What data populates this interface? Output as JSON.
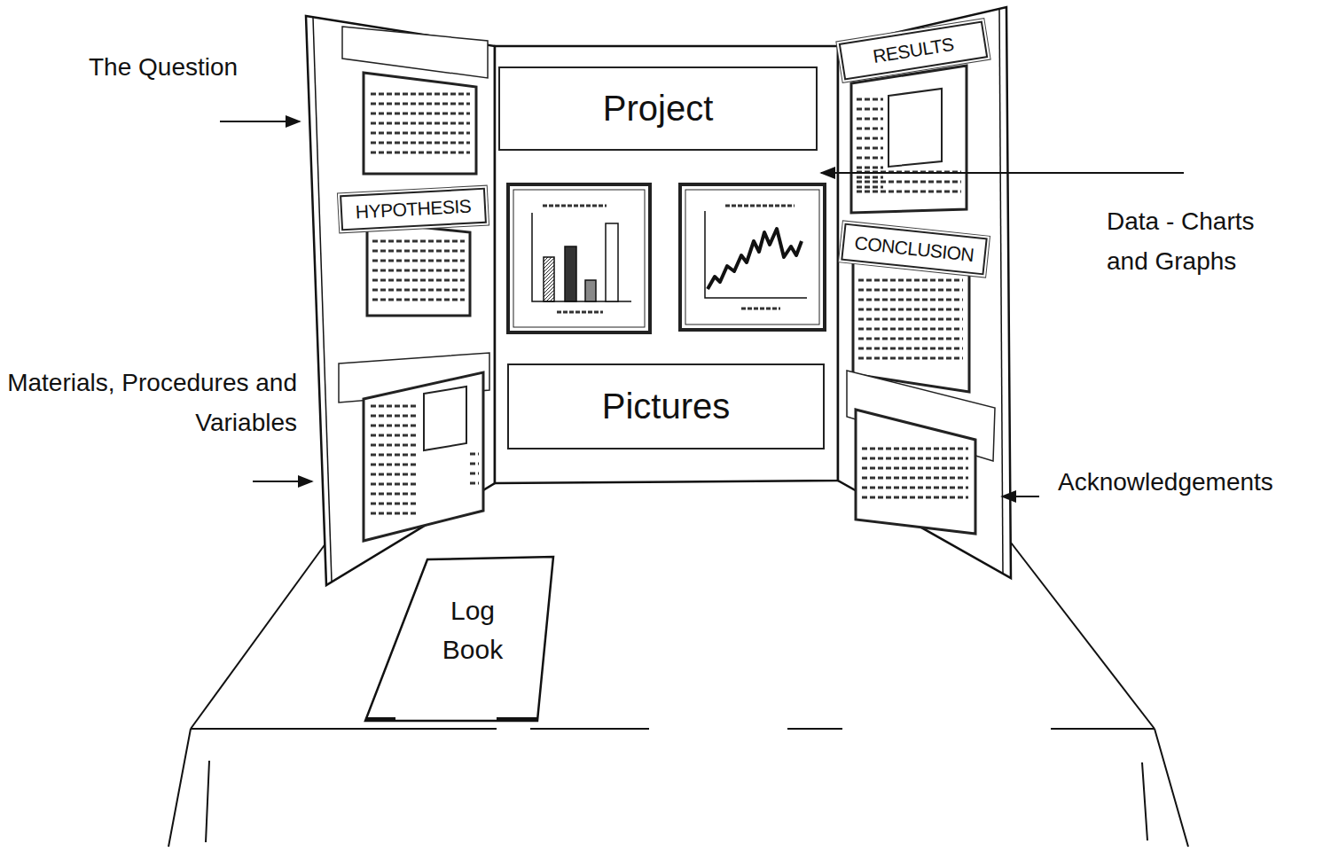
{
  "diagram": {
    "nodes": [
      {
        "text": [
          "Project"
        ]
      },
      {
        "text": [
          "HYPOTHESIS"
        ]
      },
      {
        "text": [
          "RESULTS"
        ]
      },
      {
        "text": [
          "CONCLUSION"
        ]
      },
      {
        "text": [
          "Pictures"
        ]
      },
      {
        "text": [
          "Log Book"
        ]
      }
    ],
    "labels": [
      "The Question",
      "Materials, Procedures and Variables",
      "Data - Charts and Graphs",
      "Acknowledgements"
    ]
  }
}
